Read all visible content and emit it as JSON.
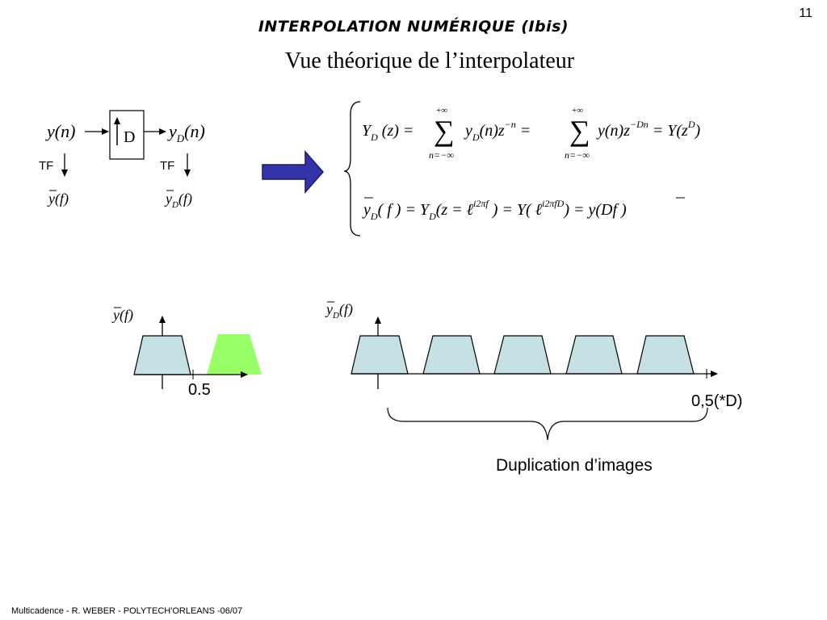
{
  "page_number": "11",
  "title": "INTERPOLATION NUMÉRIQUE (Ibis)",
  "subtitle": "Vue théorique de l’interpolateur",
  "block_diagram": {
    "input": "y(n)",
    "block": "D",
    "output": "y_D(n)",
    "tf_left": "TF",
    "tf_right": "TF",
    "spectrum_left": "y̅(f)",
    "spectrum_right": "y̅_D(f)"
  },
  "equations": {
    "eq1": "Y_D(z) = Σ_{n=−∞}^{+∞} y_D(n) z^{−n} = Σ_{n=−∞}^{+∞} y(n) z^{−Dn} = Y(z^D)",
    "eq2": "y̅_D(f) = Y_D(z = ℓ^{i2πf}) = Y(ℓ^{i2πfD}) = y̅(Df)"
  },
  "plot_left": {
    "ylabel": "y̅(f)",
    "tick": "0.5"
  },
  "plot_right": {
    "ylabel": "y̅_D(f)",
    "tick": "0,5(*D)",
    "brace_label": "Duplication d’images"
  },
  "colors": {
    "spectrum_fill": "#c4e0e2",
    "image_fill": "#99ff66",
    "arrow_fill": "#3333aa"
  },
  "footer": "Multicadence - R. WEBER - POLYTECH'ORLEANS -06/07"
}
